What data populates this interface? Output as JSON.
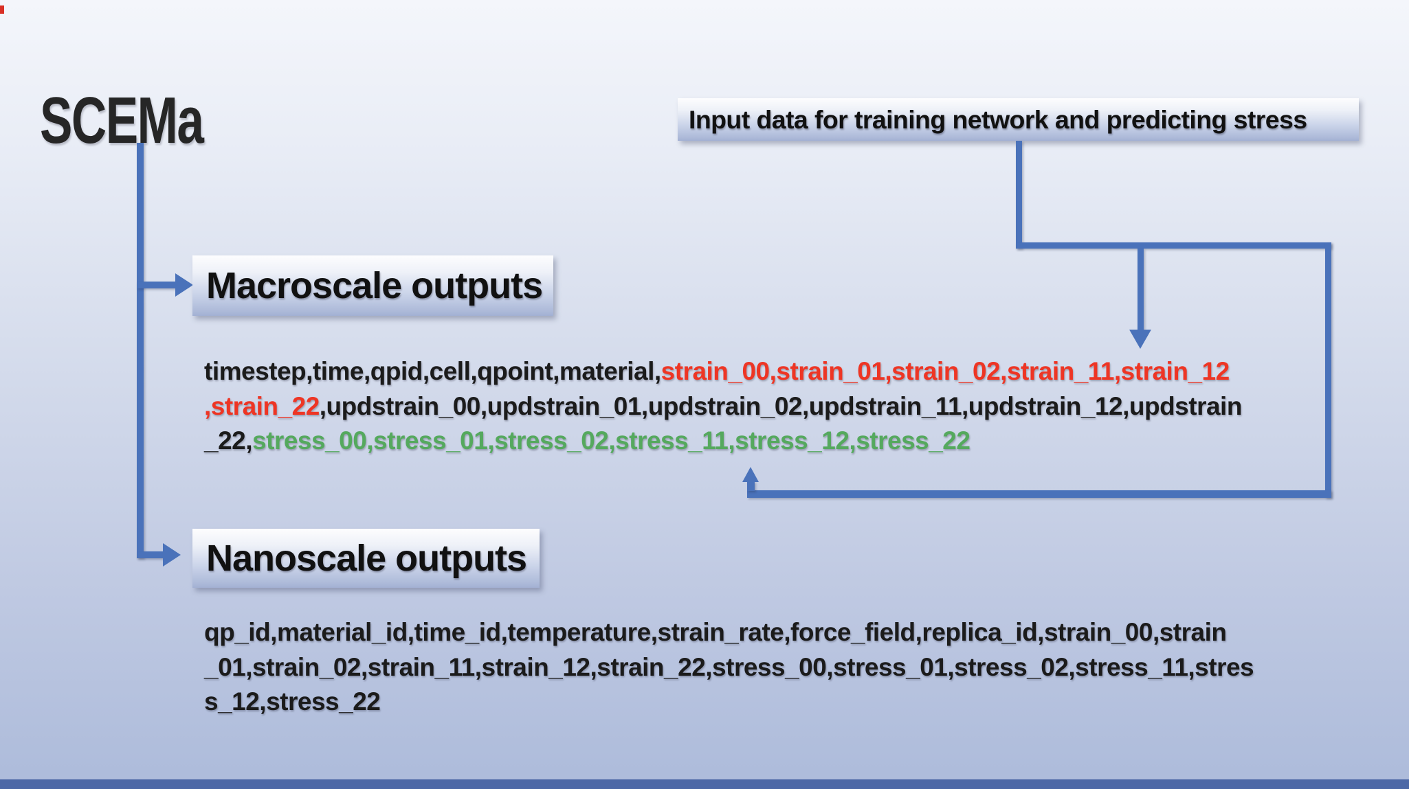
{
  "title": "SCEMa",
  "input_callout": {
    "label": "Input data for training network and predicting stress"
  },
  "macro": {
    "label": "Macroscale outputs",
    "csv_lines": [
      {
        "segments": [
          {
            "text": "timestep,time,qpid,cell,qpoint,material,",
            "color": "default"
          },
          {
            "text": "strain_00,strain_01,strain_02,strain_11,strain_12",
            "color": "red"
          }
        ]
      },
      {
        "segments": [
          {
            "text": ",strain_22",
            "color": "red"
          },
          {
            "text": ",updstrain_00,updstrain_01,updstrain_02,updstrain_11,updstrain_12,updstrain",
            "color": "default"
          }
        ]
      },
      {
        "segments": [
          {
            "text": "_22,",
            "color": "default"
          },
          {
            "text": "stress_00,stress_01,stress_02,stress_11,stress_12,stress_22",
            "color": "green"
          }
        ]
      }
    ]
  },
  "nano": {
    "label": "Nanoscale outputs",
    "csv_lines": [
      {
        "segments": [
          {
            "text": "qp_id,material_id,time_id,temperature,strain_rate,force_field,replica_id,strain_00,strain",
            "color": "default"
          }
        ]
      },
      {
        "segments": [
          {
            "text": "_01,strain_02,strain_11,strain_12,strain_22,stress_00,stress_01,stress_02,stress_11,stres",
            "color": "default"
          }
        ]
      },
      {
        "segments": [
          {
            "text": "s_12,stress_22",
            "color": "default"
          }
        ]
      }
    ]
  },
  "colors": {
    "connector_blue": "#4a72ba",
    "strain_red": "#ee3524",
    "stress_green": "#55a95e",
    "text_black": "#1b1b1b",
    "bottom_bar_blue": "#4d68a6"
  }
}
